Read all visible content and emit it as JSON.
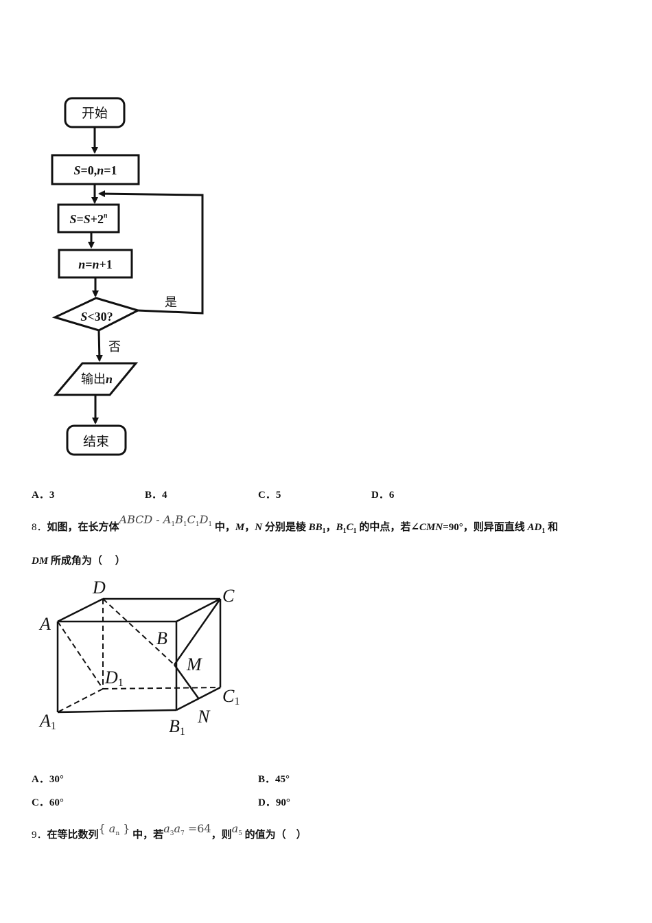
{
  "flowchart": {
    "start": "开始",
    "init": "S=0,n=1",
    "update_s": "S=S+2",
    "update_s_exp": "n",
    "update_n": "n=n+1",
    "condition": "S<30?",
    "yes_label": "是",
    "no_label": "否",
    "output": "输出n",
    "end": "结束"
  },
  "q7_options": [
    {
      "label": "A．",
      "value": "3"
    },
    {
      "label": "B．",
      "value": "4"
    },
    {
      "label": "C．",
      "value": "5"
    },
    {
      "label": "D．",
      "value": "6"
    }
  ],
  "q8": {
    "number": "8．",
    "text_part1": "如图，在长方体",
    "math_solid": "ABCD - A₁B₁C₁D₁",
    "text_part2": "中，M，N 分别是棱 BB₁，B₁C₁ 的中点，若∠CMN=90°，则异面直线 AD₁ 和",
    "text_line2": "DM 所成角为（　）",
    "figure_labels": {
      "A": "A",
      "B": "B",
      "C": "C",
      "D": "D",
      "A1": "A₁",
      "B1": "B₁",
      "C1": "C₁",
      "D1": "D₁",
      "M": "M",
      "N": "N"
    },
    "options": [
      {
        "label": "A．",
        "value": "30°"
      },
      {
        "label": "B．",
        "value": "45°"
      },
      {
        "label": "C．",
        "value": "60°"
      },
      {
        "label": "D．",
        "value": "90°"
      }
    ]
  },
  "q9": {
    "number": "9．",
    "text_part1": "在等比数列",
    "math_seq": "{aₙ}",
    "text_part2": "中，若",
    "math_cond": "a₃a₇ =64",
    "text_part3": "，则",
    "math_target": "a₅",
    "text_part4": "的值为（　）"
  }
}
